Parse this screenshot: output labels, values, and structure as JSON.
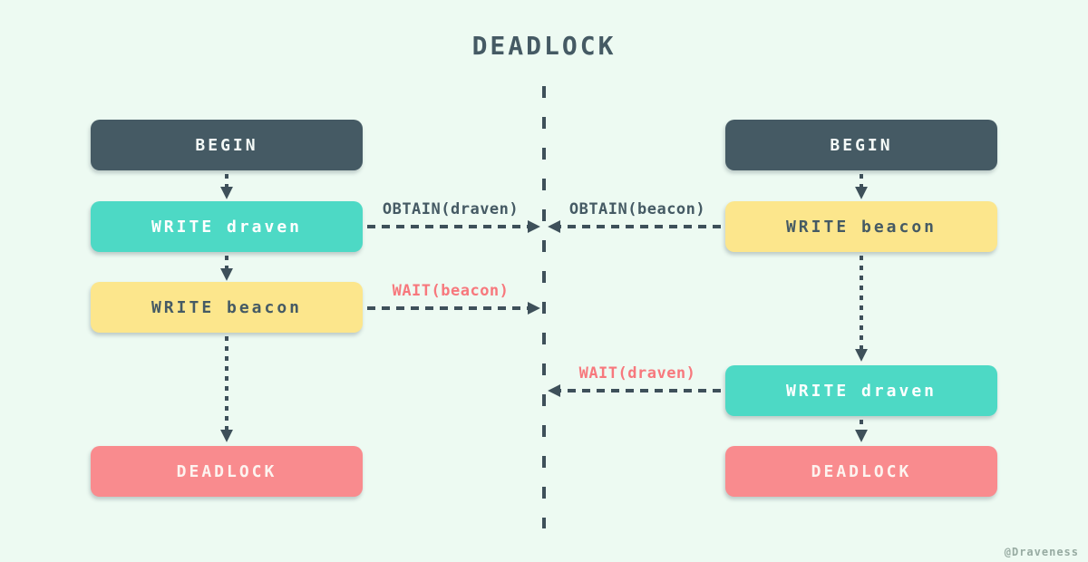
{
  "title": "DEADLOCK",
  "credit": "@Draveness",
  "boxes": {
    "left_begin": {
      "label": "BEGIN"
    },
    "left_write_draven": {
      "label": "WRITE draven"
    },
    "left_write_beacon": {
      "label": "WRITE beacon"
    },
    "left_deadlock": {
      "label": "DEADLOCK"
    },
    "right_begin": {
      "label": "BEGIN"
    },
    "right_write_beacon": {
      "label": "WRITE beacon"
    },
    "right_write_draven": {
      "label": "WRITE draven"
    },
    "right_deadlock": {
      "label": "DEADLOCK"
    }
  },
  "messages": {
    "obtain_draven": "OBTAIN(draven)",
    "obtain_beacon": "OBTAIN(beacon)",
    "wait_beacon": "WAIT(beacon)",
    "wait_draven": "WAIT(draven)"
  },
  "colors": {
    "background": "#EDFAF2",
    "slate": "#455A64",
    "teal": "#4DD9C5",
    "yellow": "#FCE68C",
    "red": "#F98B8E",
    "wait_label": "#F7787D",
    "connector": "#3E505A",
    "credit": "#97ABA2"
  }
}
